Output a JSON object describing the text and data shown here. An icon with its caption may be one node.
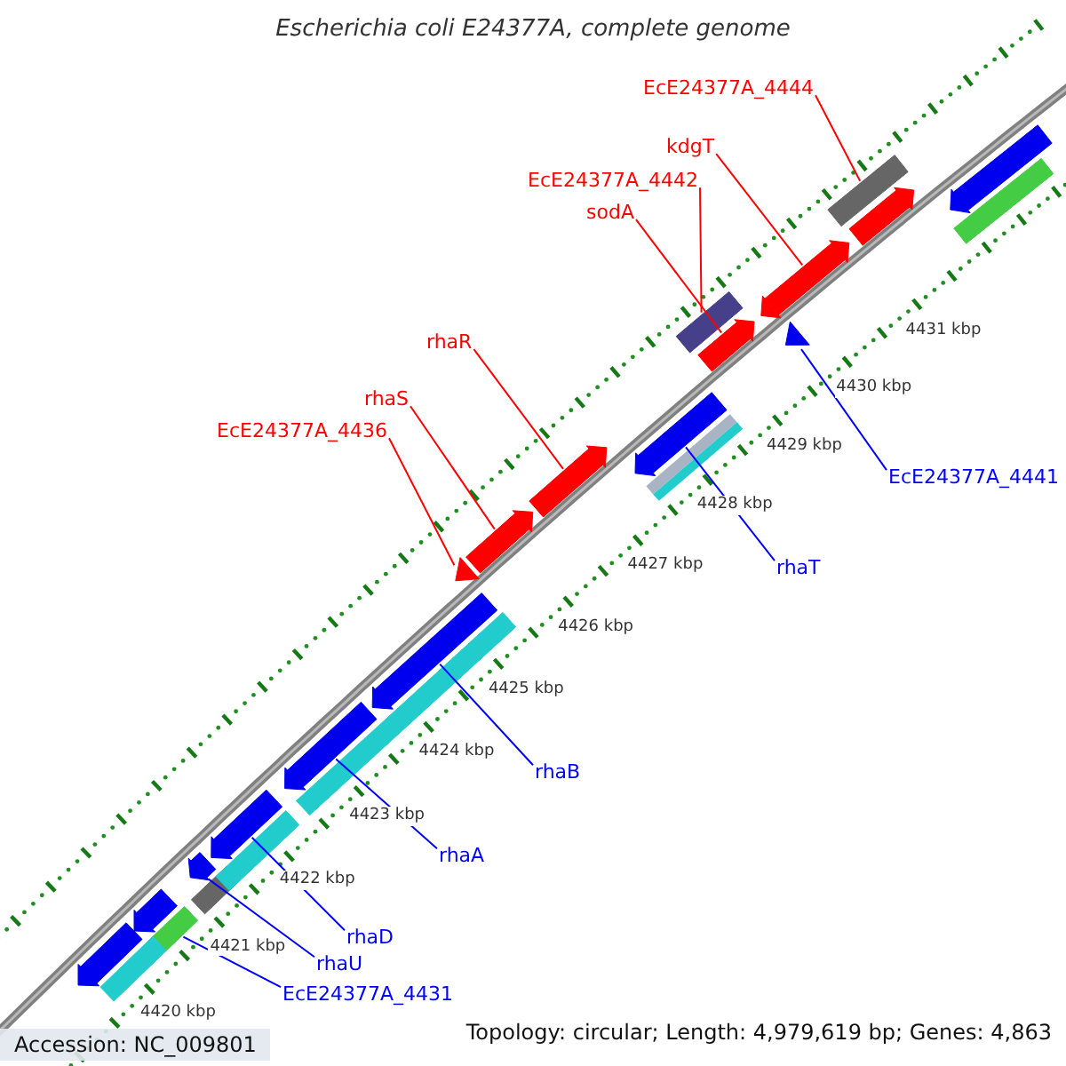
{
  "diagram": {
    "title": "Escherichia coli E24377A, complete genome",
    "nodes": [
      {
        "text": [
          "EcE24377A_4444"
        ]
      },
      {
        "text": [
          "kdgT"
        ]
      },
      {
        "text": [
          "EcE24377A_4442"
        ]
      },
      {
        "text": [
          "sodA"
        ]
      },
      {
        "text": [
          "rhaR"
        ]
      },
      {
        "text": [
          "rhaS"
        ]
      },
      {
        "text": [
          "EcE24377A_4436"
        ]
      },
      {
        "text": [
          "EcE24377A_4441"
        ]
      },
      {
        "text": [
          "rhaT"
        ]
      },
      {
        "text": [
          "rhaB"
        ]
      },
      {
        "text": [
          "rhaA"
        ]
      },
      {
        "text": [
          "rhaD"
        ]
      },
      {
        "text": [
          "rhaU"
        ]
      },
      {
        "text": [
          "EcE24377A_4431"
        ]
      },
      {
        "text": [],
        "shape": "bar"
      },
      {
        "text": [],
        "shape": "arrow"
      },
      {
        "text": [],
        "shape": "bar"
      },
      {
        "text": [],
        "shape": "arrow"
      },
      {
        "text": [],
        "shape": "arrow"
      },
      {
        "text": [],
        "shape": "arrow"
      },
      {
        "text": [],
        "shape": "triangle"
      },
      {
        "text": [],
        "shape": "triangle"
      },
      {
        "text": [],
        "shape": "arrow"
      },
      {
        "text": [],
        "shape": "arrow"
      },
      {
        "text": [],
        "shape": "arrow"
      },
      {
        "text": [],
        "shape": "arrow"
      },
      {
        "text": [],
        "shape": "arrow"
      },
      {
        "text": [],
        "shape": "bar"
      },
      {
        "text": [],
        "shape": "arrow"
      },
      {
        "text": [],
        "shape": "bar"
      },
      {
        "text": [],
        "shape": "arrow"
      },
      {
        "text": [],
        "shape": "bar"
      },
      {
        "text": [],
        "shape": "bar"
      },
      {
        "text": [],
        "shape": "bar"
      },
      {
        "text": [],
        "shape": "bar"
      },
      {
        "text": [],
        "shape": "triangle"
      },
      {
        "text": [],
        "shape": "arrow"
      },
      {
        "text": [],
        "shape": "bar"
      },
      {
        "text": [],
        "shape": "arrow"
      }
    ],
    "edges": [
      {
        "from": 0,
        "to": 14,
        "arrow": "none",
        "color": "#ff0000"
      },
      {
        "from": 1,
        "to": 15,
        "arrow": "none",
        "color": "#ff0000"
      },
      {
        "from": 2,
        "to": 16,
        "arrow": "none",
        "color": "#ff0000"
      },
      {
        "from": 3,
        "to": 17,
        "arrow": "none",
        "color": "#ff0000"
      },
      {
        "from": 4,
        "to": 18,
        "arrow": "none",
        "color": "#ff0000"
      },
      {
        "from": 5,
        "to": 19,
        "arrow": "none",
        "color": "#ff0000"
      },
      {
        "from": 6,
        "to": 20,
        "arrow": "none",
        "color": "#ff0000"
      },
      {
        "from": 7,
        "to": 21,
        "arrow": "none",
        "color": "#0000ff"
      },
      {
        "from": 8,
        "to": 22,
        "arrow": "none",
        "color": "#0000ff"
      },
      {
        "from": 9,
        "to": 23,
        "arrow": "none",
        "color": "#0000ff"
      },
      {
        "from": 10,
        "to": 24,
        "arrow": "none",
        "color": "#0000ff"
      },
      {
        "from": 11,
        "to": 25,
        "arrow": "none",
        "color": "#0000ff"
      },
      {
        "from": 12,
        "to": 26,
        "arrow": "none",
        "color": "#0000ff"
      },
      {
        "from": 13,
        "to": 27,
        "arrow": "none",
        "color": "#0000ff"
      }
    ],
    "labels": [
      "4420 kbp",
      "4421 kbp",
      "4422 kbp",
      "4423 kbp",
      "4424 kbp",
      "4425 kbp",
      "4426 kbp",
      "4427 kbp",
      "4428 kbp",
      "4429 kbp",
      "4430 kbp",
      "4431 kbp",
      "Accession: NC_009801",
      "Topology: circular; Length: 4,979,619 bp; Genes: 4,863"
    ]
  }
}
